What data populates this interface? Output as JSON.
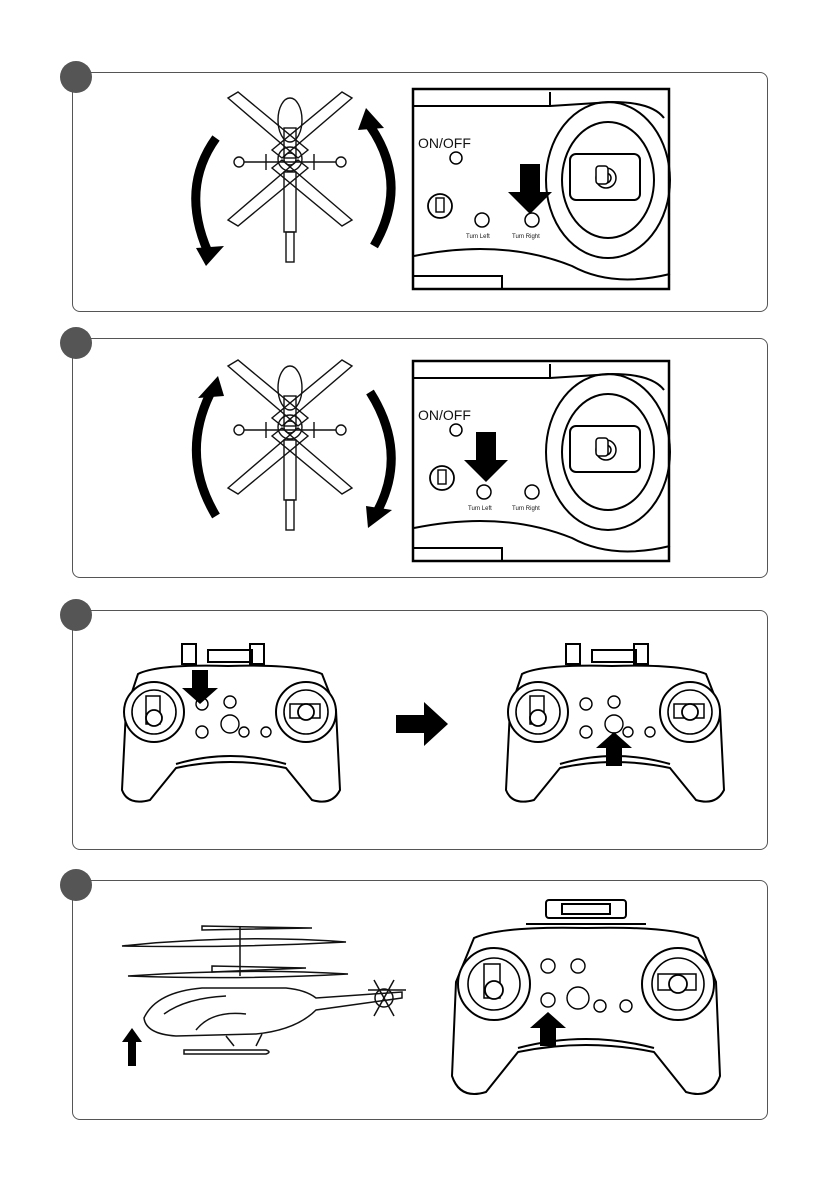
{
  "steps": [
    {
      "remote_labels": {
        "power": "ON/OFF",
        "turn_left": "Turn Left",
        "turn_right": "Turn Right"
      }
    },
    {
      "remote_labels": {
        "power": "ON/OFF",
        "turn_left": "Turn Left",
        "turn_right": "Turn Right"
      }
    },
    {},
    {}
  ]
}
